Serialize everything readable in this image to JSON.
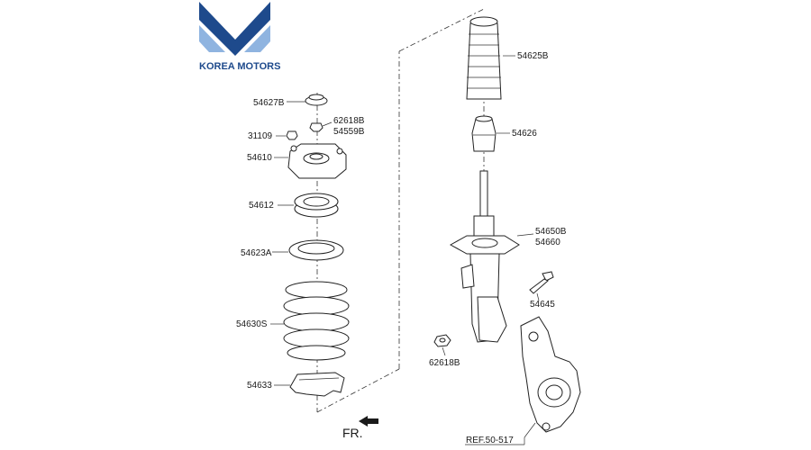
{
  "brand": {
    "name": "KOREA MOTORS",
    "color_dark": "#1e4a8c",
    "color_light": "#8fb4e0"
  },
  "labels": {
    "p54627B": "54627B",
    "p62618B_top": "62618B",
    "p54559B": "54559B",
    "p31109": "31109",
    "p54610": "54610",
    "p54612": "54612",
    "p54623A": "54623A",
    "p54630S": "54630S",
    "p54633": "54633",
    "p54625B": "54625B",
    "p54626": "54626",
    "p54650B": "54650B",
    "p54660": "54660",
    "p54645": "54645",
    "p62618B_bottom": "62618B",
    "ref": "REF.50-517",
    "front": "FR."
  }
}
